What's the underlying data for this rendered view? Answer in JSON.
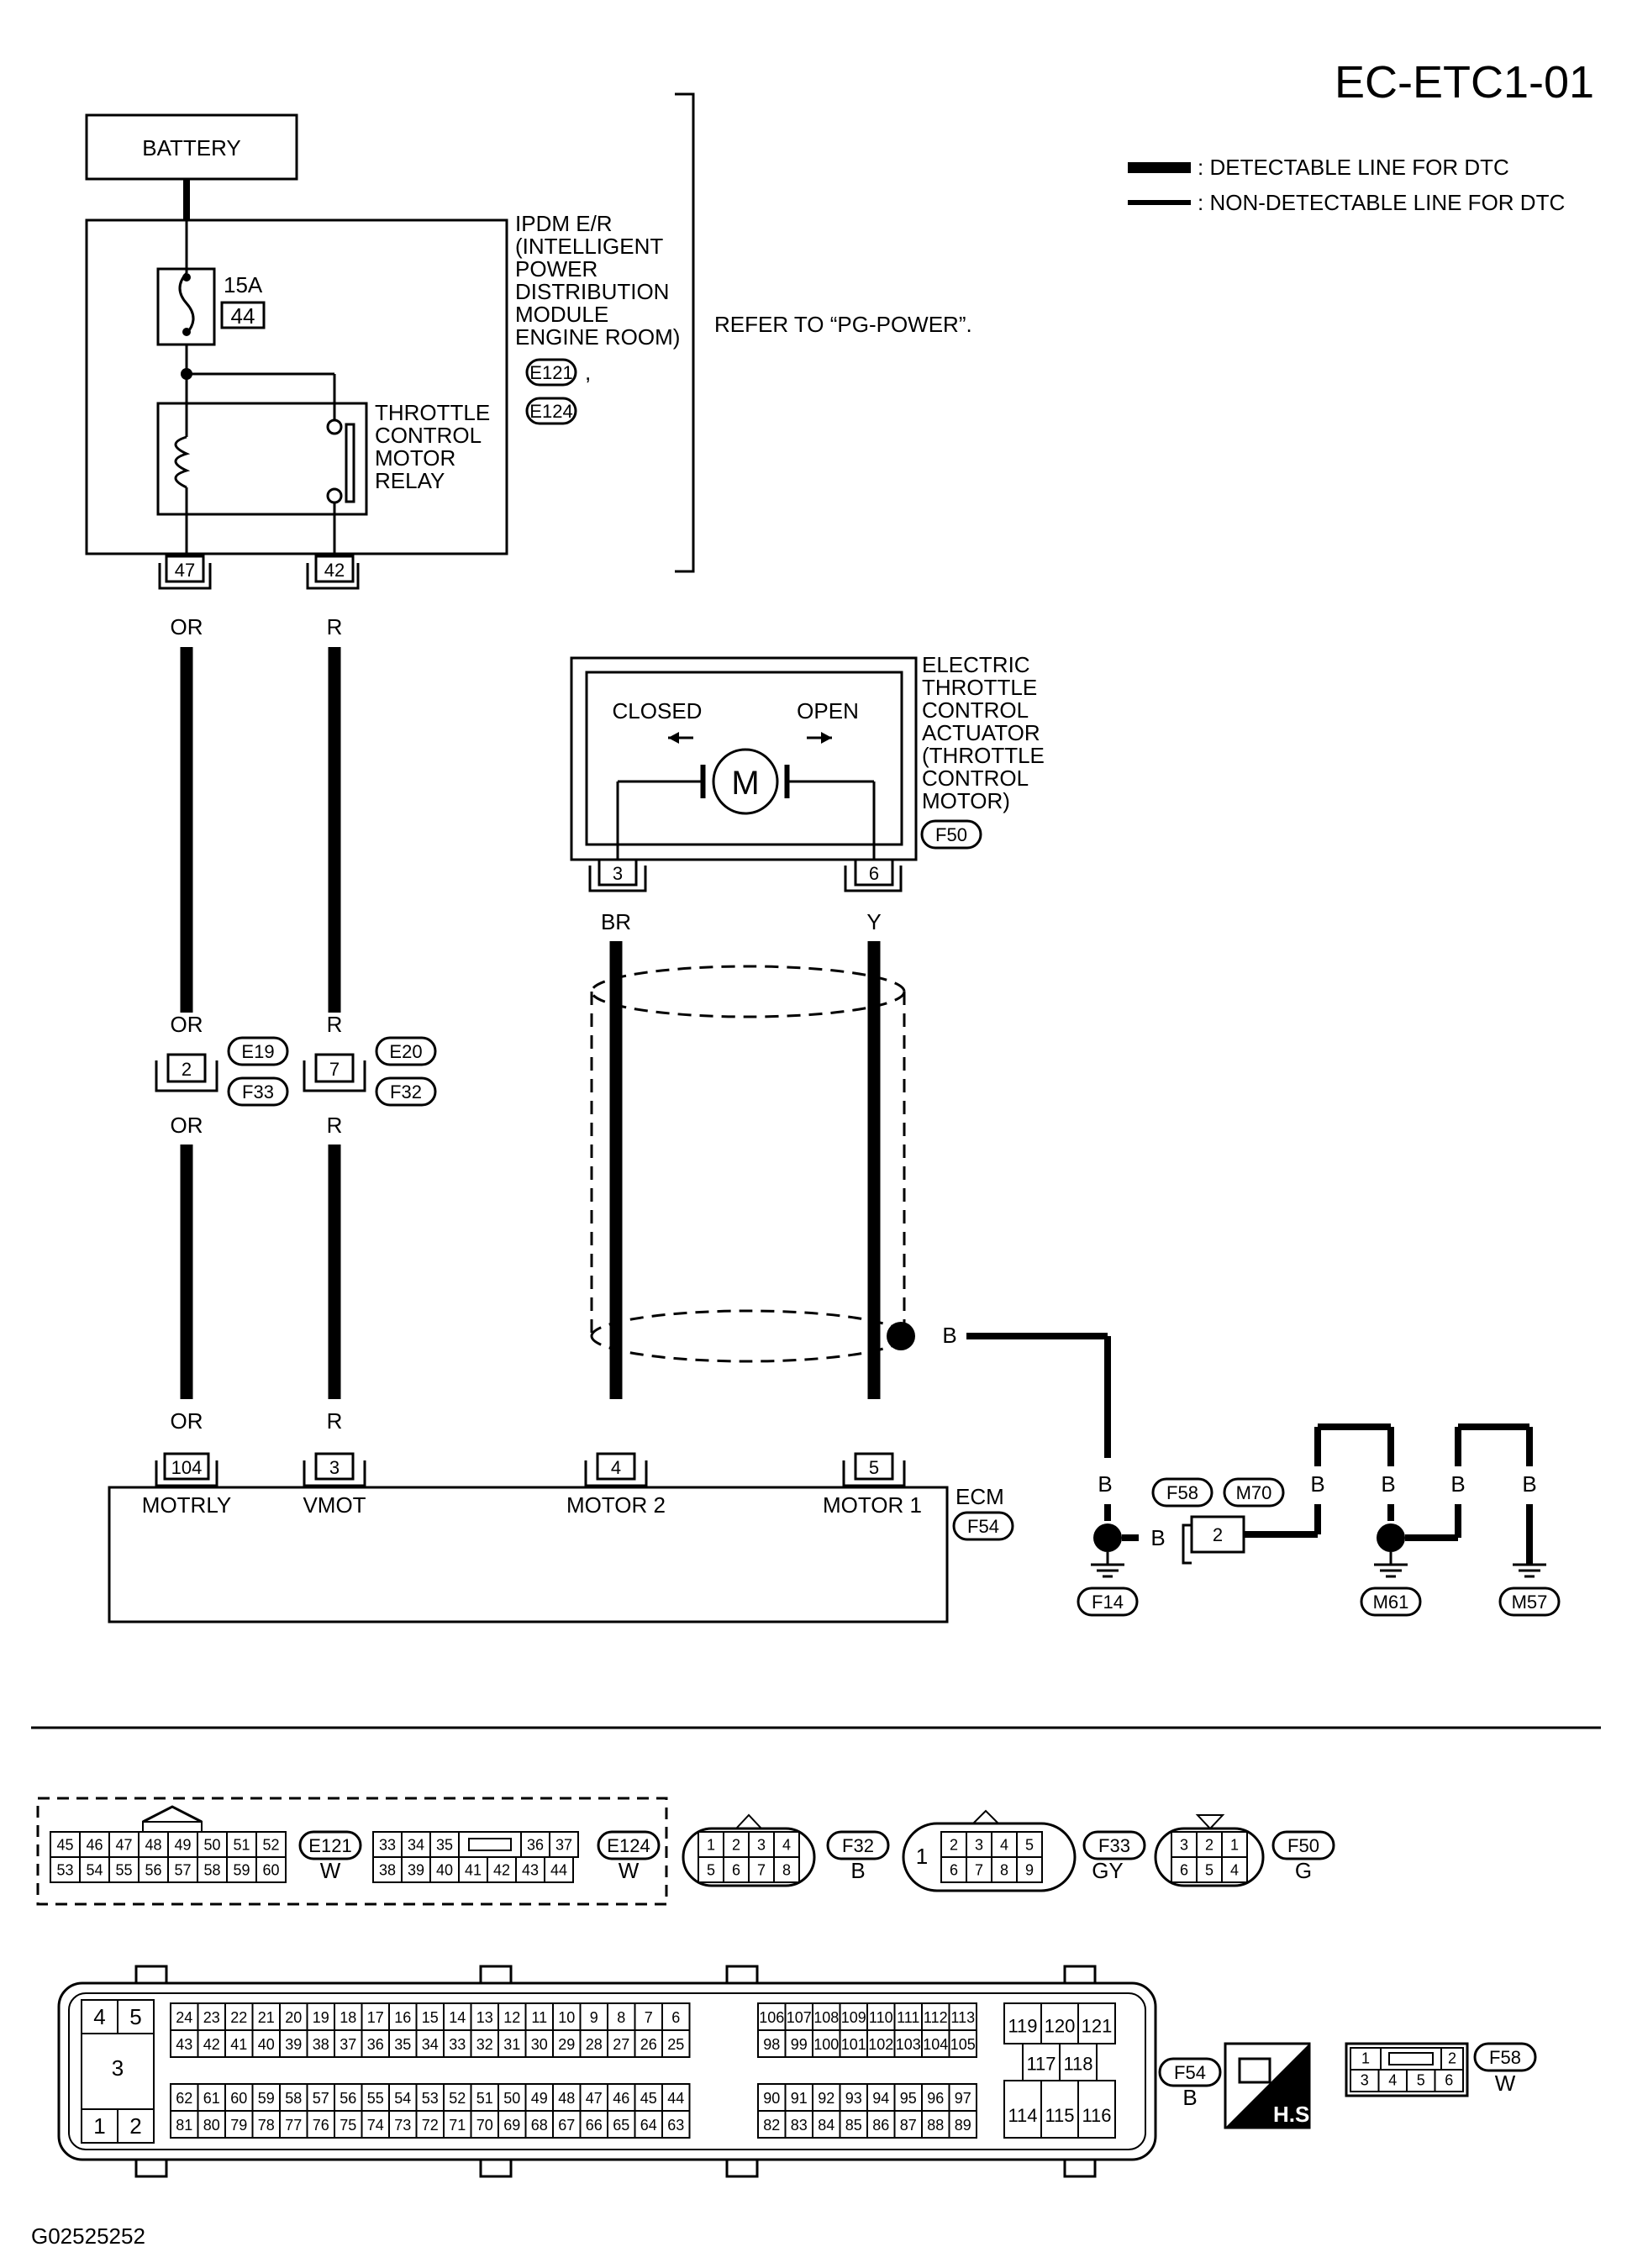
{
  "title": "EC-ETC1-01",
  "legend": {
    "detectable": ": DETECTABLE LINE FOR DTC",
    "non_detectable": ": NON-DETECTABLE LINE FOR DTC"
  },
  "battery": "BATTERY",
  "fuse": {
    "rating": "15A",
    "number": "44"
  },
  "ipdm": {
    "lines": [
      "IPDM E/R",
      "(INTELLIGENT",
      "POWER",
      "DISTRIBUTION",
      "MODULE",
      "ENGINE ROOM)"
    ],
    "connectors": [
      "E121",
      "E124"
    ],
    "comma": ","
  },
  "refer": "REFER TO “PG-POWER”.",
  "relay": {
    "lines": [
      "THROTTLE",
      "CONTROL",
      "MOTOR",
      "RELAY"
    ]
  },
  "ipdm_pins": [
    "47",
    "42"
  ],
  "wire_colors": {
    "or": "OR",
    "r": "R",
    "br": "BR",
    "y": "Y",
    "b": "B"
  },
  "junction": {
    "left_pin": "2",
    "right_pin": "7",
    "left_top": "E19",
    "left_bottom": "F33",
    "right_top": "E20",
    "right_bottom": "F32"
  },
  "actuator": {
    "closed": "CLOSED",
    "open": "OPEN",
    "motor": "M",
    "lines": [
      "ELECTRIC",
      "THROTTLE",
      "CONTROL",
      "ACTUATOR",
      "(THROTTLE",
      "CONTROL",
      "MOTOR)"
    ],
    "connector": "F50",
    "pins": [
      "3",
      "6"
    ]
  },
  "ecm": {
    "label": "ECM",
    "connector": "F54",
    "pins": [
      "104",
      "3",
      "4",
      "5"
    ],
    "names": [
      "MOTRLY",
      "VMOT",
      "MOTOR 2",
      "MOTOR 1"
    ]
  },
  "ground": {
    "f58": "F58",
    "m70": "M70",
    "pin": "2",
    "grounds": [
      "F14",
      "M61",
      "M57"
    ]
  },
  "connector_views": {
    "e121": {
      "id": "E121",
      "color": "W",
      "row1": [
        "45",
        "46",
        "47",
        "48",
        "49",
        "50",
        "51",
        "52"
      ],
      "row2": [
        "53",
        "54",
        "55",
        "56",
        "57",
        "58",
        "59",
        "60"
      ]
    },
    "e124": {
      "id": "E124",
      "color": "W",
      "row1": [
        "33",
        "34",
        "35",
        "36",
        "37"
      ],
      "row2": [
        "38",
        "39",
        "40",
        "41",
        "42",
        "43",
        "44"
      ]
    },
    "f32": {
      "id": "F32",
      "color": "B",
      "row1": [
        "1",
        "2",
        "3",
        "4"
      ],
      "row2": [
        "5",
        "6",
        "7",
        "8"
      ]
    },
    "f33": {
      "id": "F33",
      "color": "GY",
      "single": "1",
      "row1": [
        "2",
        "3",
        "4",
        "5"
      ],
      "row2": [
        "6",
        "7",
        "8",
        "9"
      ]
    },
    "f50": {
      "id": "F50",
      "color": "G",
      "row1": [
        "3",
        "2",
        "1"
      ],
      "row2": [
        "6",
        "5",
        "4"
      ]
    },
    "f54": {
      "id": "F54",
      "color": "B",
      "left_a": [
        "4",
        "5",
        "3",
        "1",
        "2"
      ],
      "row1": [
        "24",
        "23",
        "22",
        "21",
        "20",
        "19",
        "18",
        "17",
        "16",
        "15",
        "14",
        "13",
        "12",
        "11",
        "10",
        "9",
        "8",
        "7",
        "6"
      ],
      "row2": [
        "43",
        "42",
        "41",
        "40",
        "39",
        "38",
        "37",
        "36",
        "35",
        "34",
        "33",
        "32",
        "31",
        "30",
        "29",
        "28",
        "27",
        "26",
        "25"
      ],
      "row3": [
        "62",
        "61",
        "60",
        "59",
        "58",
        "57",
        "56",
        "55",
        "54",
        "53",
        "52",
        "51",
        "50",
        "49",
        "48",
        "47",
        "46",
        "45",
        "44"
      ],
      "row4": [
        "81",
        "80",
        "79",
        "78",
        "77",
        "76",
        "75",
        "74",
        "73",
        "72",
        "71",
        "70",
        "69",
        "68",
        "67",
        "66",
        "65",
        "64",
        "63"
      ],
      "rrow1": [
        "106",
        "107",
        "108",
        "109",
        "110",
        "111",
        "112",
        "113"
      ],
      "rrow2": [
        "98",
        "99",
        "100",
        "101",
        "102",
        "103",
        "104",
        "105"
      ],
      "rrow3": [
        "90",
        "91",
        "92",
        "93",
        "94",
        "95",
        "96",
        "97"
      ],
      "rrow4": [
        "82",
        "83",
        "84",
        "85",
        "86",
        "87",
        "88",
        "89"
      ],
      "big_top": [
        "119",
        "120",
        "121"
      ],
      "big_mid": [
        "117",
        "118"
      ],
      "big_bot": [
        "114",
        "115",
        "116"
      ]
    },
    "f58": {
      "id": "F58",
      "color": "W",
      "row1": [
        "1",
        "2"
      ],
      "row2": [
        "3",
        "4",
        "5",
        "6"
      ]
    }
  },
  "hs": "H.S.",
  "figure_code": "G02525252"
}
